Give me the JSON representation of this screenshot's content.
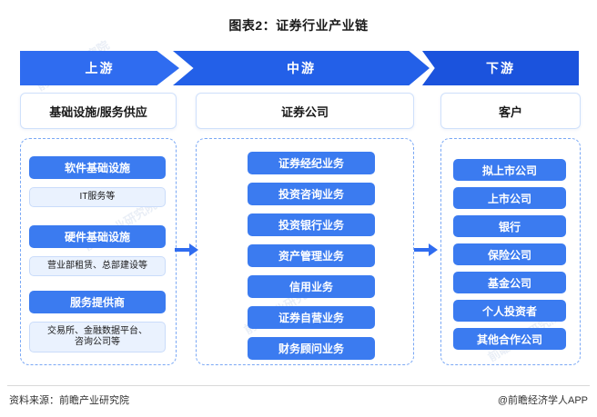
{
  "title": "图表2：证券行业产业链",
  "banners": [
    {
      "label": "上游",
      "name": "banner-upstream"
    },
    {
      "label": "中游",
      "name": "banner-midstream"
    },
    {
      "label": "下游",
      "name": "banner-downstream"
    }
  ],
  "headers": [
    {
      "label": "基础设施/服务供应"
    },
    {
      "label": "证券公司"
    },
    {
      "label": "客户"
    }
  ],
  "upstream": {
    "items": [
      {
        "label": "软件基础设施",
        "style": "blue"
      },
      {
        "label": "IT服务等",
        "style": "light"
      },
      {
        "label": "硬件基础设施",
        "style": "blue"
      },
      {
        "label": "营业部租赁、总部建设等",
        "style": "light"
      },
      {
        "label": "服务提供商",
        "style": "blue"
      },
      {
        "label": "交易所、金融数据平台、\n咨询公司等",
        "style": "light"
      }
    ]
  },
  "midstream": {
    "items": [
      {
        "label": "证券经纪业务"
      },
      {
        "label": "投资咨询业务"
      },
      {
        "label": "投资银行业务"
      },
      {
        "label": "资产管理业务"
      },
      {
        "label": "信用业务"
      },
      {
        "label": "证券自营业务"
      },
      {
        "label": "财务顾问业务"
      }
    ]
  },
  "downstream": {
    "items": [
      {
        "label": "拟上市公司"
      },
      {
        "label": "上市公司"
      },
      {
        "label": "银行"
      },
      {
        "label": "保险公司"
      },
      {
        "label": "基金公司"
      },
      {
        "label": "个人投资者"
      },
      {
        "label": "其他合作公司"
      }
    ]
  },
  "footer": {
    "source": "资料来源：前瞻产业研究院",
    "brand": "@前瞻经济学人APP"
  },
  "watermarks": [
    "前瞻产业研究院",
    "前瞻产业研究院",
    "前瞻产业研究院",
    "前瞻产业研究院",
    "前瞻产业研究院"
  ],
  "colors": {
    "banner": "#2360e8",
    "chip_blue": "#3b7bf0",
    "chip_light_bg": "#eaf2fe",
    "dashed_border": "#7aa8f5",
    "arrow": "#2f6cf0"
  }
}
